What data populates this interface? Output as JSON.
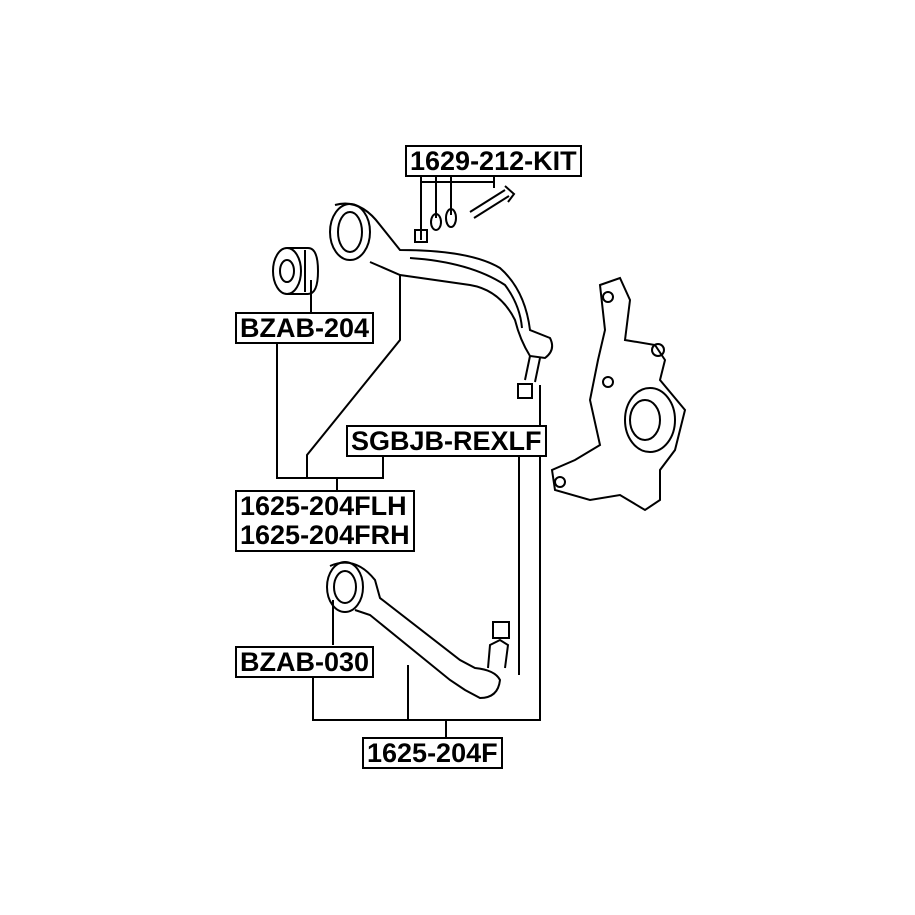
{
  "labels": {
    "kit": "1629-212-KIT",
    "bush_upper": "BZAB-204",
    "ball_joint": "SGBJB-REXLF",
    "arm_lh": "1625-204FLH",
    "arm_rh": "1625-204FRH",
    "bush_lower": "BZAB-030",
    "arm_lower": "1625-204F"
  },
  "colors": {
    "line": "#000000",
    "background": "#ffffff"
  }
}
